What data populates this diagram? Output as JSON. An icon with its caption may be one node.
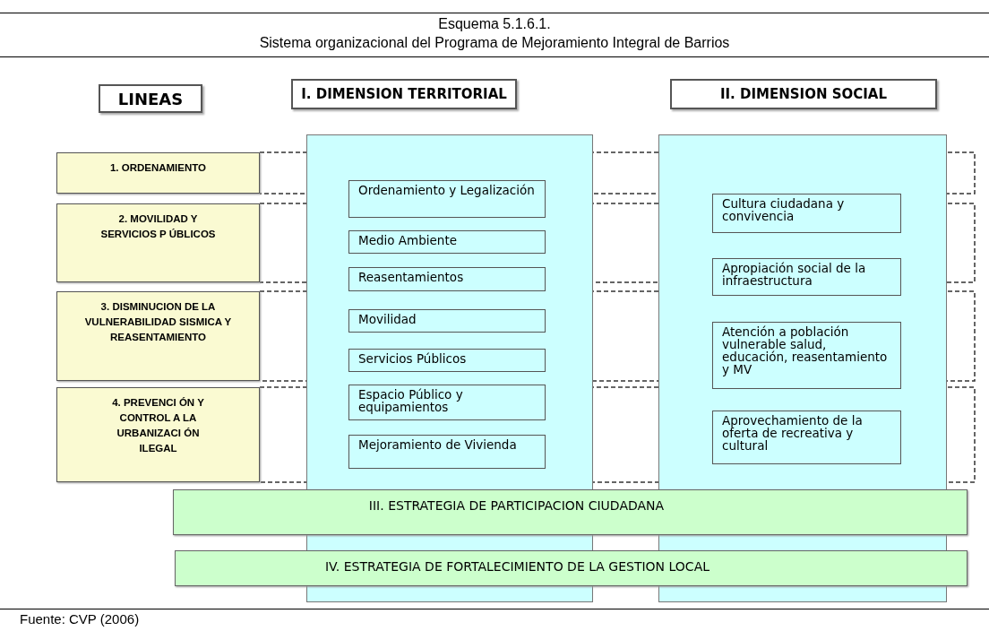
{
  "diagram": {
    "title": "Esquema 5.1.6.1.",
    "nodes": [
      {
        "text": [
          "LINEAS"
        ]
      },
      {
        "text": [
          "1. ORDENAMIENTO"
        ]
      },
      {
        "text": [
          "2. MOVILIDAD Y SERVICIOS P ÚBLICOS"
        ]
      },
      {
        "text": [
          "3. DISMINUCION DE LA VULNERABILIDAD SISMICA Y REASENTAMIENTO"
        ]
      },
      {
        "text": [
          "4. PREVENCI ÓN Y CONTROL A LA URBANIZACI ÓN ILEGAL"
        ]
      },
      {
        "text": [
          "I. DIMENSION TERRITORIAL"
        ]
      },
      {
        "text": [
          "Ordenamiento y Legalización"
        ],
        "in": 5
      },
      {
        "text": [
          "Medio Ambiente"
        ],
        "in": 5
      },
      {
        "text": [
          "Reasentamientos"
        ],
        "in": 5
      },
      {
        "text": [
          "Movilidad"
        ],
        "in": 5
      },
      {
        "text": [
          "Servicios Públicos"
        ],
        "in": 5
      },
      {
        "text": [
          "Espacio Público y equipamientos"
        ],
        "in": 5
      },
      {
        "text": [
          "Mejoramiento de Vivienda"
        ],
        "in": 5
      },
      {
        "text": [
          "II. DIMENSION SOCIAL"
        ]
      },
      {
        "text": [
          "Cultura ciudadana y convivencia"
        ],
        "in": 13
      },
      {
        "text": [
          "Apropiación social de la infraestructura"
        ],
        "in": 13
      },
      {
        "text": [
          "Atención a población vulnerable salud, educación, reasentamiento y MV"
        ],
        "in": 13
      },
      {
        "text": [
          "Aprovechamiento de la oferta de recreativa y cultural"
        ],
        "in": 13
      },
      {
        "text": [
          "III. ESTRATEGIA DE PARTICIPACION CIUDADANA"
        ]
      },
      {
        "text": [
          "IV. ESTRATEGIA DE FORTALECIMIENTO DE LA GESTION LOCAL"
        ]
      }
    ],
    "labels": [
      "Sistema organizacional del Programa de Mejoramiento Integral de Barrios",
      "Fuente: CVP (2006)"
    ]
  }
}
